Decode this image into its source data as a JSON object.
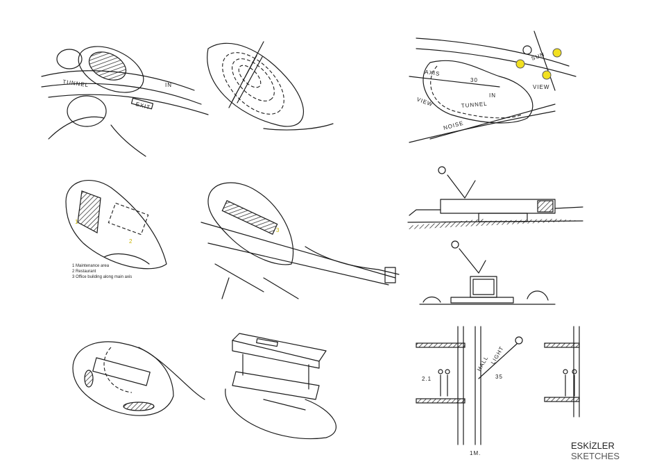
{
  "sketch_labels": {
    "tunnel": "TUNNEL",
    "in": "IN",
    "exit": "EXIT",
    "axis": "AXIS",
    "view": "VIEW",
    "noise": "NOISE",
    "sun": "SUN",
    "angle": "30",
    "hall": "HALL",
    "light": "LIGHT",
    "height": "2.1",
    "angle2": "35",
    "module": "1M."
  },
  "plan_numbers": [
    "1",
    "2",
    "3"
  ],
  "legend": [
    "1 Maintenance area",
    "2 Restaurant",
    "3 Office building along main axis"
  ],
  "title": {
    "main": "ESKİZLER",
    "sub": "SKETCHES"
  },
  "colors": {
    "sun_marker": "#f2e020",
    "numbers": "#c8b400",
    "ink": "#1a1a1a"
  }
}
